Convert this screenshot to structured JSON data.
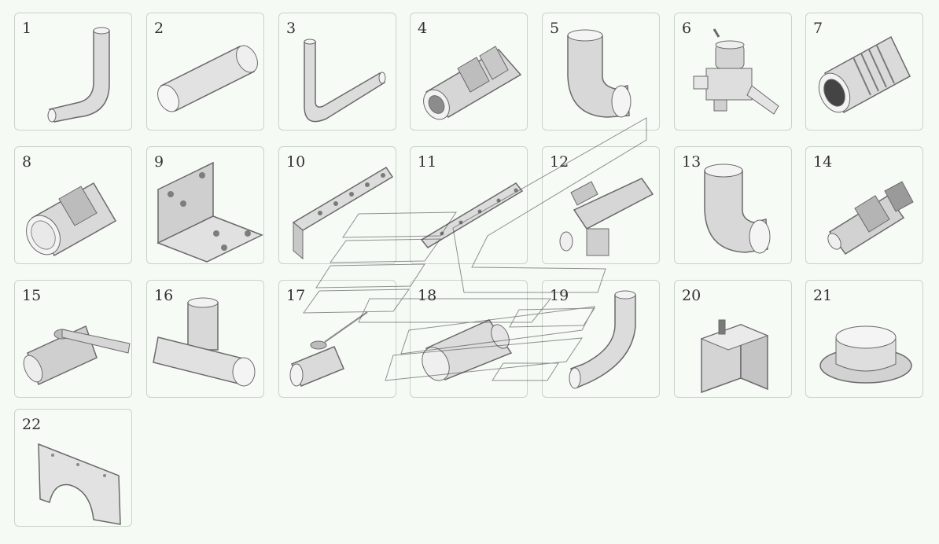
{
  "title": "",
  "colors": {
    "background": "#f5faf5",
    "tile_border": "#c9d3c9",
    "part_fill": "#d9d9d9",
    "part_stroke": "#6a6a6a"
  },
  "parts": [
    {
      "number": "1",
      "icon": "l-bent-tube-icon"
    },
    {
      "number": "2",
      "icon": "straight-tube-icon"
    },
    {
      "number": "3",
      "icon": "j-bent-tube-icon"
    },
    {
      "number": "4",
      "icon": "union-coupling-icon"
    },
    {
      "number": "5",
      "icon": "elbow-icon"
    },
    {
      "number": "6",
      "icon": "valve-assembly-icon"
    },
    {
      "number": "7",
      "icon": "ribbed-sleeve-icon"
    },
    {
      "number": "8",
      "icon": "threaded-nipple-icon"
    },
    {
      "number": "9",
      "icon": "angle-bracket-icon"
    },
    {
      "number": "10",
      "icon": "perforated-strap-icon"
    },
    {
      "number": "11",
      "icon": "perforated-strip-icon"
    },
    {
      "number": "12",
      "icon": "clamp-assembly-icon"
    },
    {
      "number": "13",
      "icon": "elbow-icon"
    },
    {
      "number": "14",
      "icon": "bulkhead-fitting-icon"
    },
    {
      "number": "15",
      "icon": "ball-valve-icon"
    },
    {
      "number": "16",
      "icon": "tee-fitting-icon"
    },
    {
      "number": "17",
      "icon": "tap-fitting-icon"
    },
    {
      "number": "18",
      "icon": "reducer-icon"
    },
    {
      "number": "19",
      "icon": "curved-tube-icon"
    },
    {
      "number": "20",
      "icon": "switch-box-icon"
    },
    {
      "number": "21",
      "icon": "flange-ring-icon"
    },
    {
      "number": "22",
      "icon": "arched-plate-icon"
    }
  ]
}
